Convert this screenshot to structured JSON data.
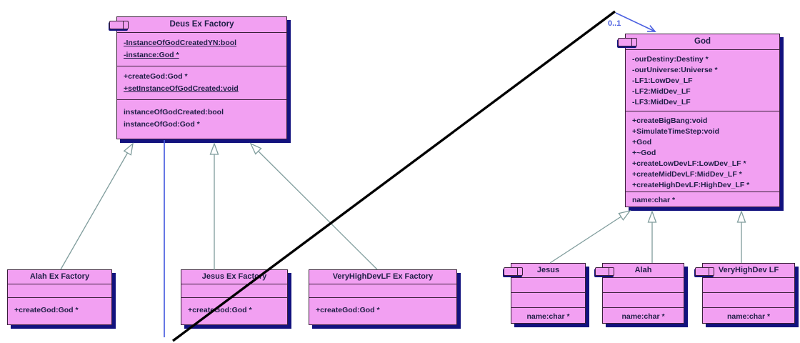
{
  "diagram": {
    "type": "uml-class-diagram",
    "background": "#ffffff",
    "colors": {
      "class_fill": "#F2A0F2",
      "class_border": "#3A1F3A",
      "class_shadow": "#12127E",
      "member_text": "#1E1E46",
      "generalization_line": "#7F9C9C",
      "association_line": "#4A5FE0",
      "crossing_line": "#000000"
    },
    "labels": {
      "association_multiplicity": "0..1"
    },
    "classes": {
      "deus_ex_factory": {
        "title": "Deus Ex Factory",
        "attributes": [
          "-InstanceOfGodCreatedYN:bool",
          "-instance:God *"
        ],
        "operations": [
          "+createGod:God *",
          "+setInstanceOfGodCreated:void"
        ],
        "properties": [
          "instanceOfGodCreated:bool",
          "instanceOfGod:God *"
        ]
      },
      "alah_ex_factory": {
        "title": "Alah Ex Factory",
        "attributes": [],
        "operations": [
          "+createGod:God *"
        ]
      },
      "jesus_ex_factory": {
        "title": "Jesus Ex Factory",
        "attributes": [],
        "operations": [
          "+createGod:God *"
        ]
      },
      "veryhighdevlf_ex_factory": {
        "title": "VeryHighDevLF Ex Factory",
        "attributes": [],
        "operations": [
          "+createGod:God *"
        ]
      },
      "god": {
        "title": "God",
        "attributes": [
          "-ourDestiny:Destiny *",
          "-ourUniverse:Universe *",
          "-LF1:LowDev_LF",
          "-LF2:MidDev_LF",
          "-LF3:MidDev_LF"
        ],
        "operations": [
          "+createBigBang:void",
          "+SimulateTimeStep:void",
          "+God",
          "+~God",
          "+createLowDevLF:LowDev_LF *",
          "+createMidDevLF:MidDev_LF *",
          "+createHighDevLF:HighDev_LF *"
        ],
        "properties": [
          "name:char *"
        ]
      },
      "jesus": {
        "title": "Jesus",
        "attributes": [],
        "operations": [],
        "properties": [
          "name:char *"
        ]
      },
      "alah": {
        "title": "Alah",
        "attributes": [],
        "operations": [],
        "properties": [
          "name:char *"
        ]
      },
      "veryhighdev_lf": {
        "title": "VeryHighDev LF",
        "attributes": [],
        "operations": [],
        "properties": [
          "name:char *"
        ]
      }
    }
  }
}
